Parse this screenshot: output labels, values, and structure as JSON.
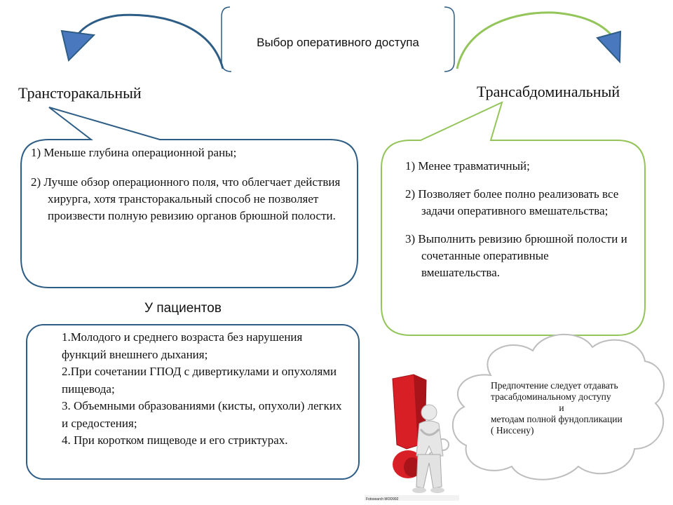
{
  "title": "Выбор оперативного доступа",
  "left": {
    "heading": "Трансторакальный",
    "items": [
      "1) Меньше глубина операционной раны;",
      "2) Лучше  обзор операционного поля, что облегчает действия хирурга, хотя трансторакальный способ  не позволяет произвести полную ревизию органов брюшной полости."
    ]
  },
  "right": {
    "heading": "Трансабдоминальный",
    "items": [
      "1) Менее травматичный;",
      "2) Позволяет более полно реализовать все задачи оперативного вмешательства;",
      "3) Выполнить ревизию брюшной полости и сочетанные оперативные  вмешательства."
    ]
  },
  "patients": {
    "title": "У  пациентов",
    "items": [
      "1.Молодого и среднего возраста без нарушения функций внешнего дыхания;",
      "2.При сочетании ГПОД с дивертикулами и опухолями пищевода;",
      "3. Объемными образованиями (кисты, опухоли) легких и средостения;",
      "4. При коротком пищеводе и его стриктурах."
    ]
  },
  "cloud": {
    "line1": "Предпочтение следует отдавать",
    "line2": "трасабдоминальному доступу",
    "line3": "и",
    "line4": "методам полной фундопликации",
    "line5": "( Ниссену)"
  },
  "figure": {
    "caption": "Fotosearch MOD992"
  },
  "colors": {
    "blue": "#2e5d86",
    "blue_fill": "#4a78bf",
    "green": "#93c55a",
    "red": "#d81f26",
    "cloud_stroke": "#bdbdbd"
  }
}
